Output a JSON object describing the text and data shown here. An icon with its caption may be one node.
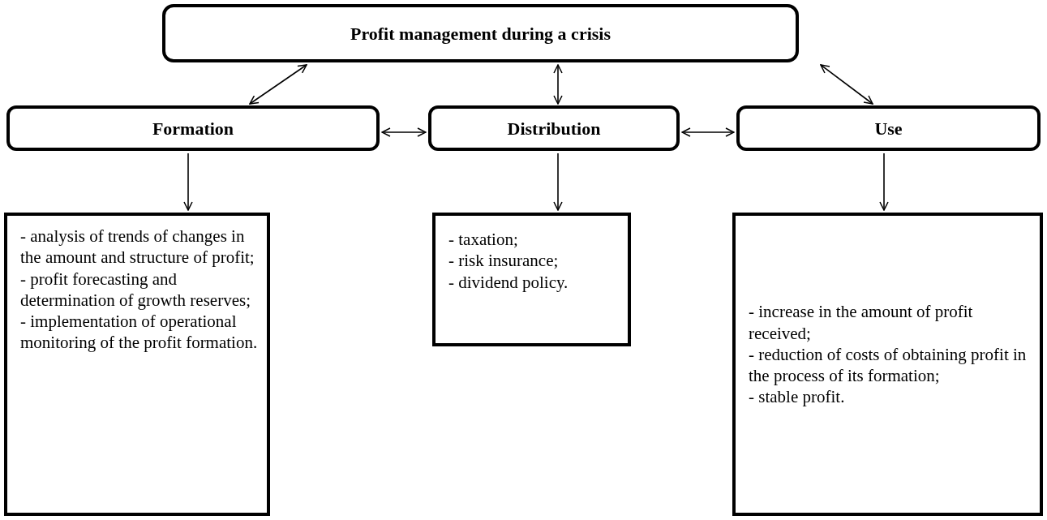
{
  "diagram": {
    "nodes": [
      {
        "text": [
          "Profit management during a crisis"
        ]
      },
      {
        "text": [
          "Formation"
        ]
      },
      {
        "text": [
          "Distribution"
        ]
      },
      {
        "text": [
          "Use"
        ]
      },
      {
        "text": [
          "- analysis of trends of changes in the amount and structure of profit;",
          "- profit forecasting and determination of growth reserves;",
          "- implementation of operational monitoring of the profit formation."
        ]
      },
      {
        "text": [
          "- taxation;",
          "- risk insurance;",
          "- dividend policy."
        ]
      },
      {
        "text": [
          "- increase in the amount of profit received;",
          "- reduction of costs of obtaining profit in the process of its formation;",
          "- stable profit."
        ]
      }
    ],
    "edges": [
      {
        "from": 0,
        "to": 1,
        "arrow": "both"
      },
      {
        "from": 0,
        "to": 2,
        "arrow": "both"
      },
      {
        "from": 0,
        "to": 3,
        "arrow": "both"
      },
      {
        "from": 1,
        "to": 2,
        "arrow": "both"
      },
      {
        "from": 2,
        "to": 3,
        "arrow": "both"
      },
      {
        "from": 1,
        "to": 4,
        "arrow": "to"
      },
      {
        "from": 2,
        "to": 5,
        "arrow": "to"
      },
      {
        "from": 3,
        "to": 6,
        "arrow": "to"
      }
    ]
  }
}
